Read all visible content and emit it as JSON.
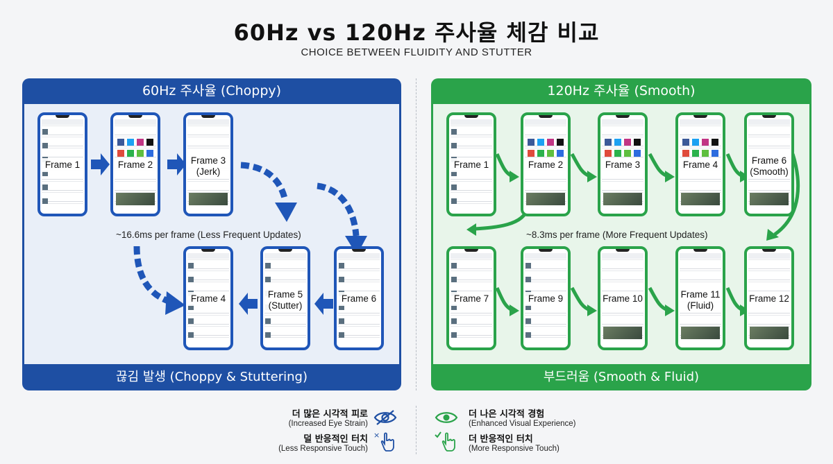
{
  "header": {
    "title": "60Hz vs 120Hz 주사율 체감 비교",
    "subtitle": "CHOICE BETWEEN FLUIDITY AND STUTTER"
  },
  "left_panel": {
    "title": "60Hz 주사율 (Choppy)",
    "footer": "끊김 발생 (Choppy & Stuttering)",
    "note": "~16.6ms per frame (Less Frequent Updates)",
    "accent_color": "#1e4fa3",
    "frames": [
      "Frame 1",
      "Frame 2",
      "Frame 3 (Jerk)",
      "Frame 4",
      "Frame 5 (Stutter)",
      "Frame 6"
    ]
  },
  "right_panel": {
    "title": "120Hz 주사율 (Smooth)",
    "footer": "부드러움 (Smooth & Fluid)",
    "note": "~8.3ms per frame (More Frequent Updates)",
    "accent_color": "#2aa34a",
    "frames": [
      "Frame 1",
      "Frame 2",
      "Frame 3",
      "Frame 4",
      "Frame 6 (Smooth)",
      "Frame 7",
      "Frame 9",
      "Frame 10",
      "Frame 11 (Fluid)",
      "Frame 12"
    ]
  },
  "legend": {
    "left": [
      {
        "ko": "더 많은 시각적 피로",
        "en": "(Increased Eye Strain)",
        "icon": "eye-crossed-icon"
      },
      {
        "ko": "덜 반응적인 터치",
        "en": "(Less Responsive Touch)",
        "icon": "touch-x-icon"
      }
    ],
    "right": [
      {
        "ko": "더 나은 시각적 경험",
        "en": "(Enhanced Visual Experience)",
        "icon": "eye-icon"
      },
      {
        "ko": "더 반응적인 터치",
        "en": "(More Responsive Touch)",
        "icon": "touch-check-icon"
      }
    ]
  }
}
